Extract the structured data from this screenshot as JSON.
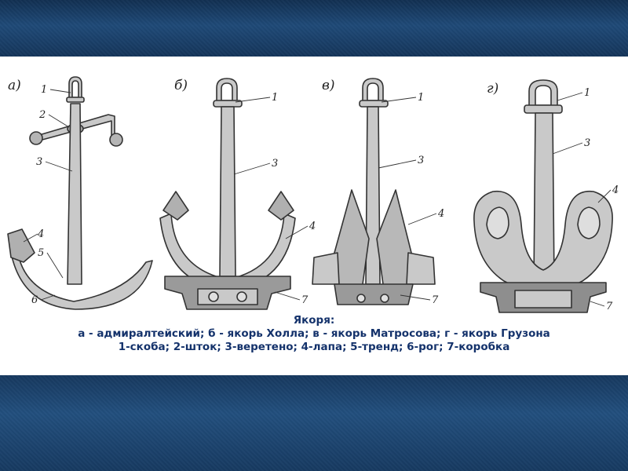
{
  "panels": {
    "a": "а)",
    "b": "б)",
    "v": "в)",
    "g": "г)"
  },
  "labels": {
    "n1": "1",
    "n2": "2",
    "n3": "3",
    "n4": "4",
    "n5": "5",
    "n6": "6",
    "n7": "7"
  },
  "caption": {
    "title": "Якоря:",
    "line1": "а - адмиралтейский; б - якорь Холла; в - якорь Матросова; г - якорь Грузона",
    "line2": "1-скоба; 2-шток; 3-веретено; 4-лапа; 5-тренд; 6-рог; 7-коробка"
  },
  "colors": {
    "metal": "#c9c9c9",
    "shade": "#7d7d7d",
    "outline": "#333333",
    "caption": "#14326b"
  }
}
